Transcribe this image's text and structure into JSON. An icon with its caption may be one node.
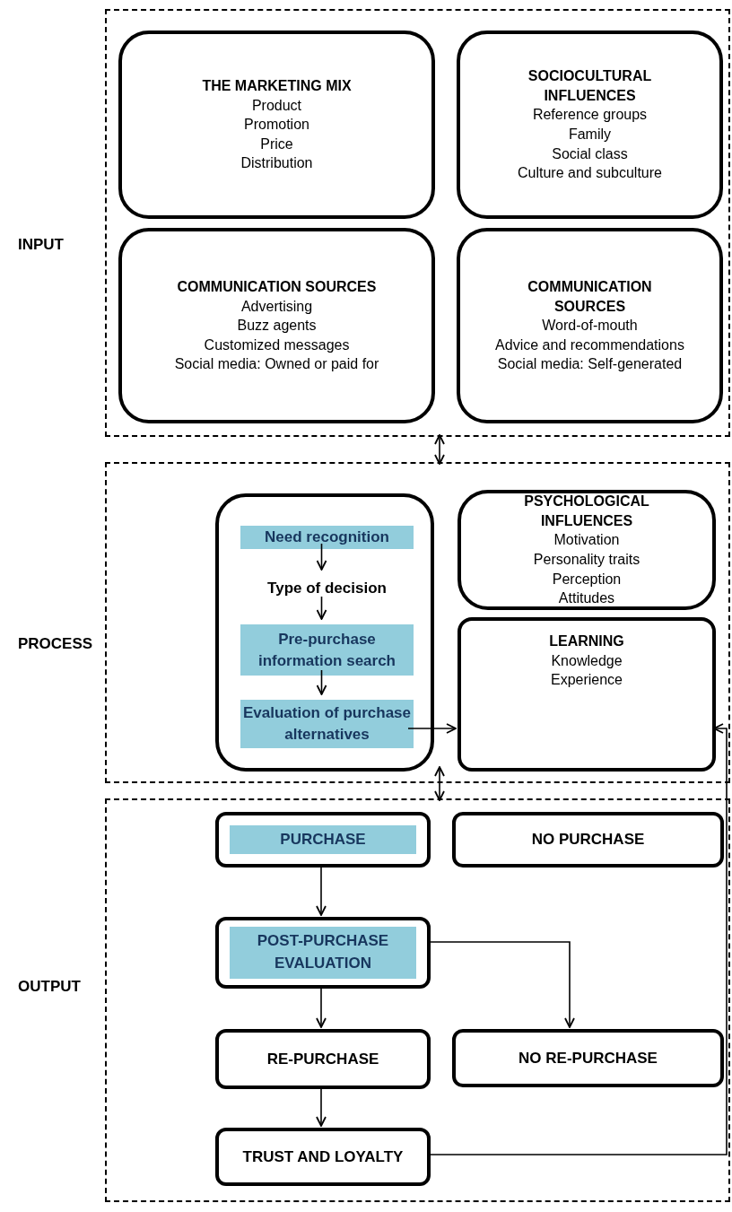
{
  "diagram": {
    "nodes": [
      {
        "text": [],
        "shape": "box"
      },
      {
        "text": [
          "THE MARKETING MIX",
          "Product",
          "Promotion",
          "Price",
          "Distribution"
        ],
        "in": 0
      },
      {
        "text": [
          "SOCIOCULTURAL INFLUENCES",
          "Reference groups",
          "Family",
          "Social class",
          "Culture and subculture"
        ],
        "in": 0
      },
      {
        "text": [
          "COMMUNICATION SOURCES",
          "Advertising",
          "Buzz agents",
          "Customized messages",
          "Social media: Owned or paid for"
        ],
        "in": 0
      },
      {
        "text": [
          "COMMUNICATION SOURCES",
          "Word-of-mouth",
          "Advice and recommendations",
          "Social media: Self-generated"
        ],
        "in": 0
      },
      {
        "text": [],
        "shape": "box"
      },
      {
        "text": [],
        "shape": "box",
        "in": 5
      },
      {
        "text": [
          "Need recognition"
        ],
        "in": 6
      },
      {
        "text": [
          "Type of decision"
        ],
        "in": 6
      },
      {
        "text": [
          "Pre-purchase information search"
        ],
        "in": 6
      },
      {
        "text": [
          "Evaluation of purchase alternatives"
        ],
        "in": 6
      },
      {
        "text": [
          "PSYCHOLOGICAL INFLUENCES",
          "Motivation",
          "Personality traits",
          "Perception",
          "Attitudes"
        ],
        "in": 5
      },
      {
        "text": [
          "LEARNING",
          "Knowledge",
          "Experience"
        ],
        "in": 5
      },
      {
        "text": [],
        "shape": "box"
      },
      {
        "text": [
          "PURCHASE"
        ],
        "in": 13
      },
      {
        "text": [
          "NO PURCHASE"
        ],
        "in": 13
      },
      {
        "text": [
          "POST-PURCHASE EVALUATION"
        ],
        "in": 13
      },
      {
        "text": [
          "RE-PURCHASE"
        ],
        "in": 13
      },
      {
        "text": [
          "NO RE-PURCHASE"
        ],
        "in": 13
      },
      {
        "text": [
          "TRUST AND LOYALTY"
        ],
        "in": 13
      }
    ],
    "edges": [
      {
        "from": 0,
        "to": 5,
        "arrow": "both"
      },
      {
        "from": 5,
        "to": 13,
        "arrow": "both"
      },
      {
        "from": 7,
        "to": 8,
        "arrow": "to"
      },
      {
        "from": 8,
        "to": 9,
        "arrow": "to"
      },
      {
        "from": 9,
        "to": 10,
        "arrow": "to"
      },
      {
        "from": 10,
        "to": 12,
        "arrow": "to"
      },
      {
        "from": 19,
        "to": 12,
        "arrow": "to"
      },
      {
        "from": 14,
        "to": 16,
        "arrow": "to"
      },
      {
        "from": 16,
        "to": 17,
        "arrow": "to"
      },
      {
        "from": 16,
        "to": 18,
        "arrow": "to"
      },
      {
        "from": 17,
        "to": 19,
        "arrow": "to"
      }
    ],
    "labels": [
      "INPUT",
      "PROCESS",
      "OUTPUT"
    ]
  }
}
